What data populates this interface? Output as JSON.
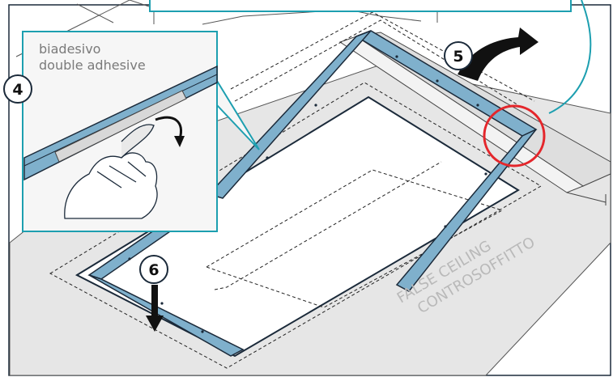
{
  "colors": {
    "profile_blue": "#7fb0cc",
    "profile_stroke": "#1b2a3a",
    "teal_callout": "#1d9fb0",
    "alert_red": "#e4262b",
    "ceiling_gray": "#e6e6e6",
    "arrow_black": "#111111",
    "ceiling_text_gray": "#b9b9b9"
  },
  "callout": {
    "line1": "biadesivo",
    "line2": "double adhesive"
  },
  "steps": {
    "four": "4",
    "five": "5",
    "six": "6"
  },
  "ceiling_label": {
    "line1": "FALSE CEILING",
    "line2": "CONTROSOFFITTO"
  },
  "icons": [
    "curved-arrow-icon",
    "down-arrow-icon",
    "hand-icon",
    "highlight-circle"
  ]
}
